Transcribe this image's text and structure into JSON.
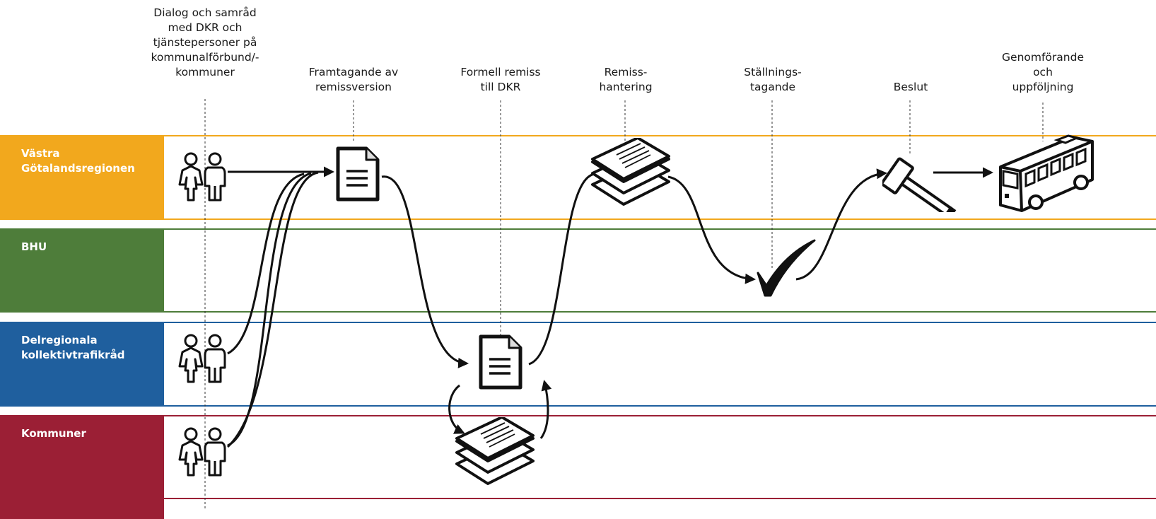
{
  "steps": [
    {
      "label": "Dialog och samråd\nmed DKR och\ntjänstepersoner på\nkommunalförbund/-\nkommuner"
    },
    {
      "label": "Framtagande av\nremissversion"
    },
    {
      "label": "Formell remiss\ntill DKR"
    },
    {
      "label": "Remiss-\nhantering"
    },
    {
      "label": "Ställnings-\ntagande"
    },
    {
      "label": "Beslut"
    },
    {
      "label": "Genomförande\noch\nuppföljning"
    }
  ],
  "lanes": [
    {
      "name": "Västra\nGötalandsregionen",
      "color": "#f2a81d"
    },
    {
      "name": "BHU",
      "color": "#4e7d3a"
    },
    {
      "name": "Delregionala\nkollektivtrafikråd",
      "color": "#1f5f9e"
    },
    {
      "name": "Kommuner",
      "color": "#9b1f35"
    }
  ],
  "icons": {
    "people": "people-icon",
    "document": "document-icon",
    "document_stack": "document-stack-icon",
    "checkmark": "checkmark-icon",
    "gavel": "gavel-icon",
    "bus": "bus-icon"
  }
}
